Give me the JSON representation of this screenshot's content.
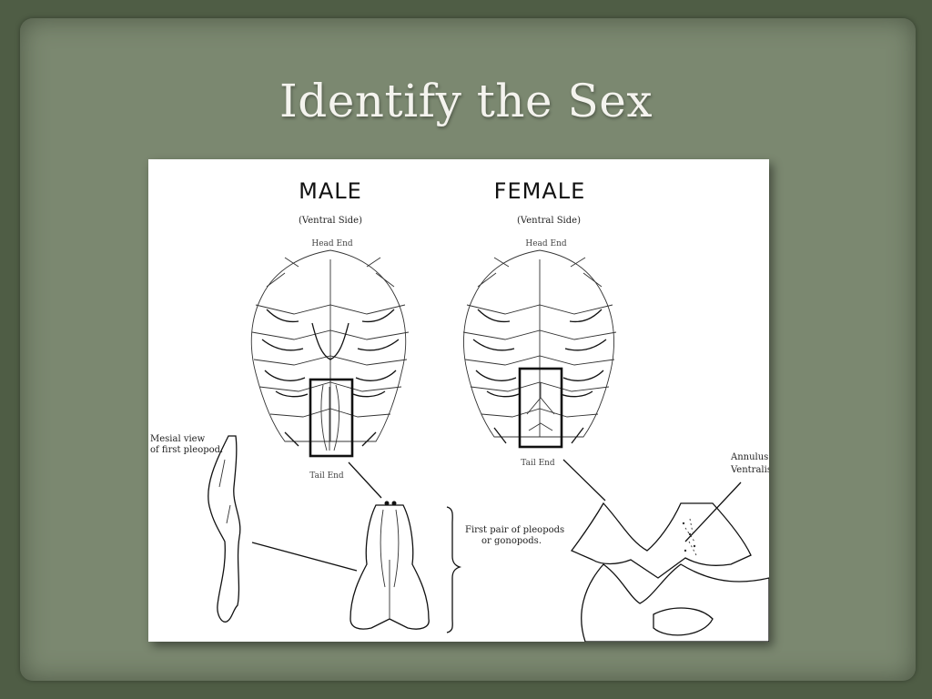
{
  "slide": {
    "title": "Identify the Sex"
  },
  "figure": {
    "male": {
      "heading": "MALE",
      "subheading": "(Ventral Side)",
      "head_label": "Head End",
      "tail_label": "Tail End",
      "mesial_label_line1": "Mesial view",
      "mesial_label_line2": "of first pleopod.",
      "pleopod_label_line1": "First pair of pleopods",
      "pleopod_label_line2": "or gonopods."
    },
    "female": {
      "heading": "FEMALE",
      "subheading": "(Ventral Side)",
      "head_label": "Head End",
      "tail_label": "Tail End",
      "annulus_label_line1": "Annulus",
      "annulus_label_line2": "Ventralis"
    }
  }
}
